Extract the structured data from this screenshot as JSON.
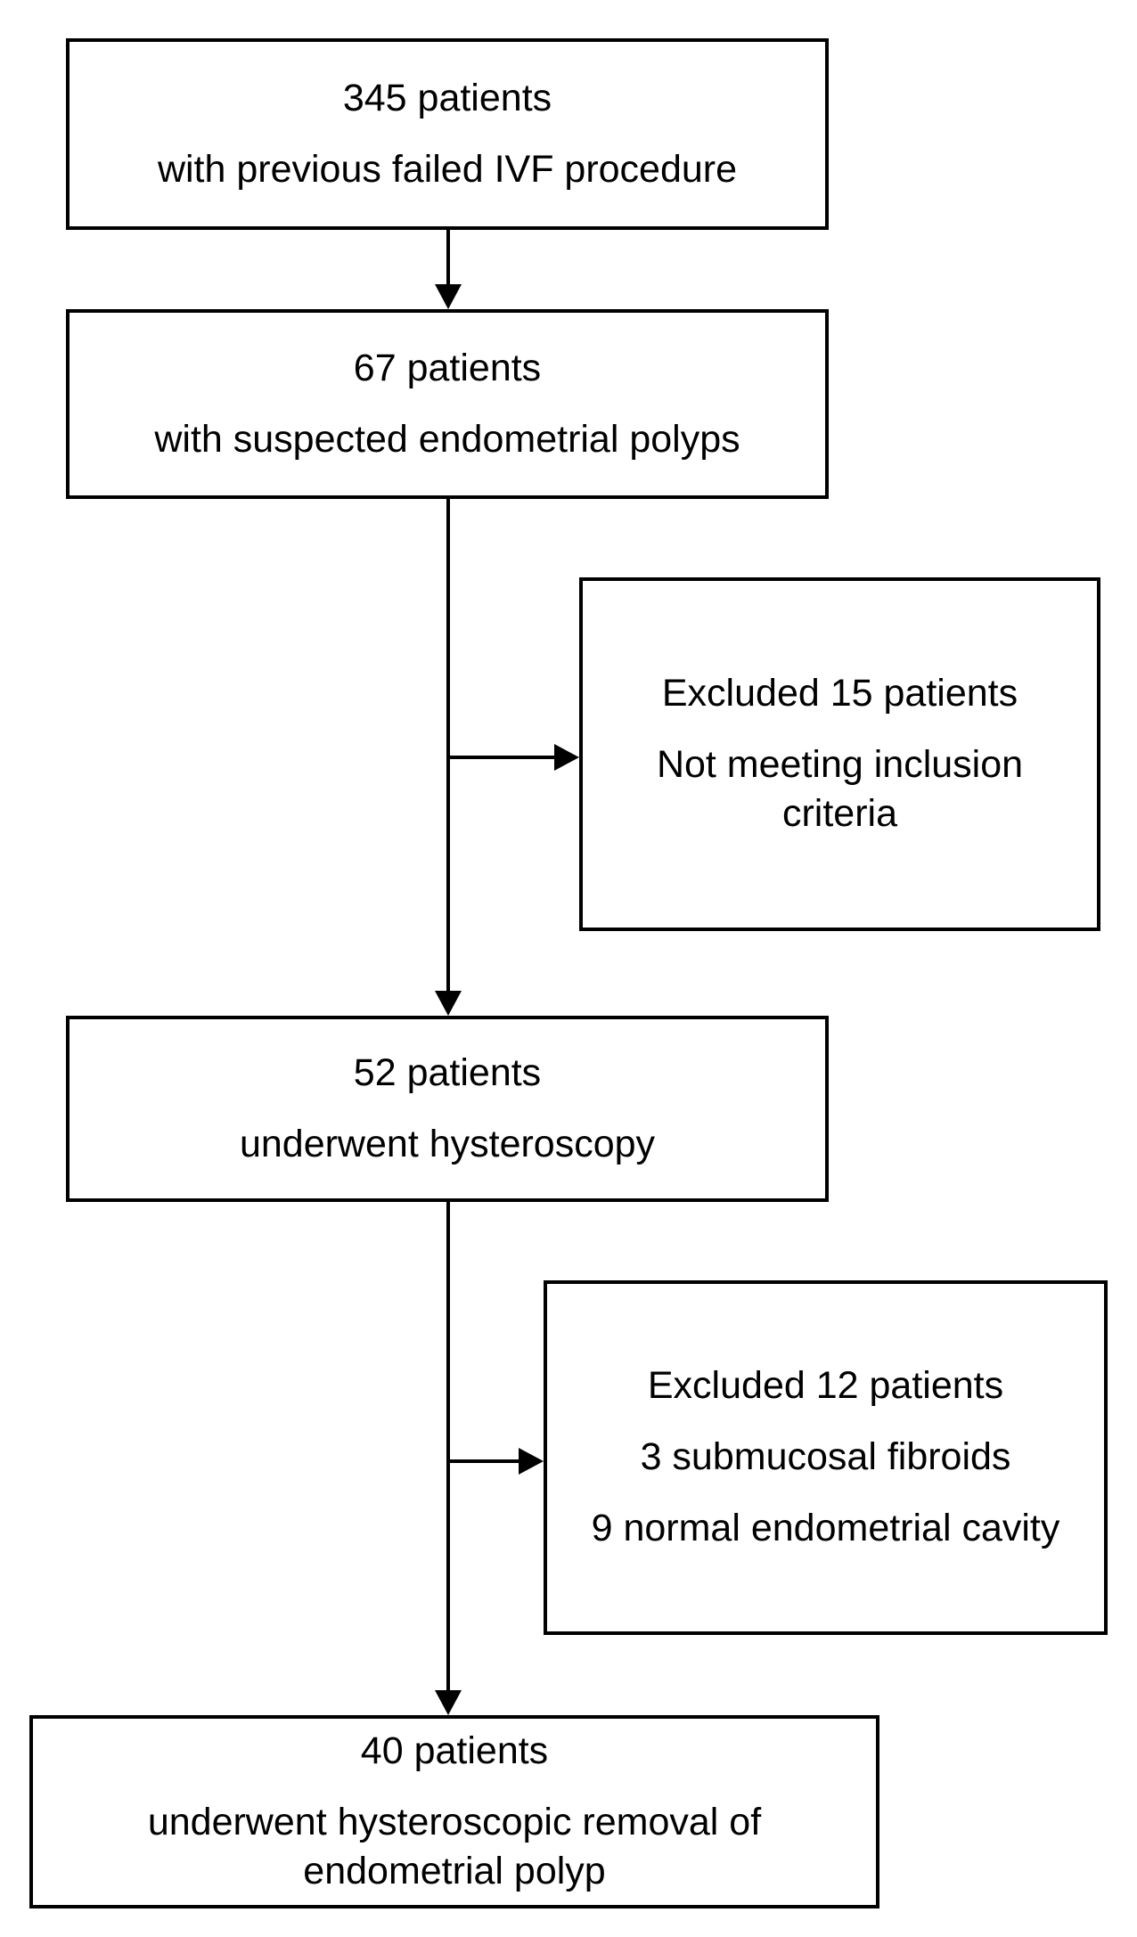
{
  "diagram": {
    "type": "flowchart",
    "background": "#ffffff",
    "colors": {
      "border": "#000000",
      "text": "#000000",
      "line": "#000000"
    },
    "nodes": [
      {
        "id": "patients-345",
        "lines": [
          "345 patients",
          "with previous failed IVF procedure"
        ]
      },
      {
        "id": "patients-67",
        "lines": [
          "67 patients",
          "with suspected endometrial polyps"
        ]
      },
      {
        "id": "excluded-15",
        "lines": [
          "Excluded 15 patients",
          "Not meeting inclusion\ncriteria"
        ]
      },
      {
        "id": "patients-52",
        "lines": [
          "52 patients",
          "underwent hysteroscopy"
        ]
      },
      {
        "id": "excluded-12",
        "lines": [
          "Excluded 12 patients",
          "3 submucosal fibroids",
          "9 normal endometrial cavity"
        ]
      },
      {
        "id": "patients-40",
        "lines": [
          "40 patients",
          "underwent hysteroscopic removal of\nendometrial polyp"
        ]
      }
    ],
    "edges": [
      {
        "from": "patients-345",
        "to": "patients-67",
        "style": "arrow-down"
      },
      {
        "from": "patients-67",
        "to": "patients-52",
        "style": "arrow-down"
      },
      {
        "from": "patients-67",
        "to": "excluded-15",
        "style": "arrow-right-branch"
      },
      {
        "from": "patients-52",
        "to": "patients-40",
        "style": "arrow-down"
      },
      {
        "from": "patients-52",
        "to": "excluded-12",
        "style": "arrow-right-branch"
      }
    ]
  }
}
